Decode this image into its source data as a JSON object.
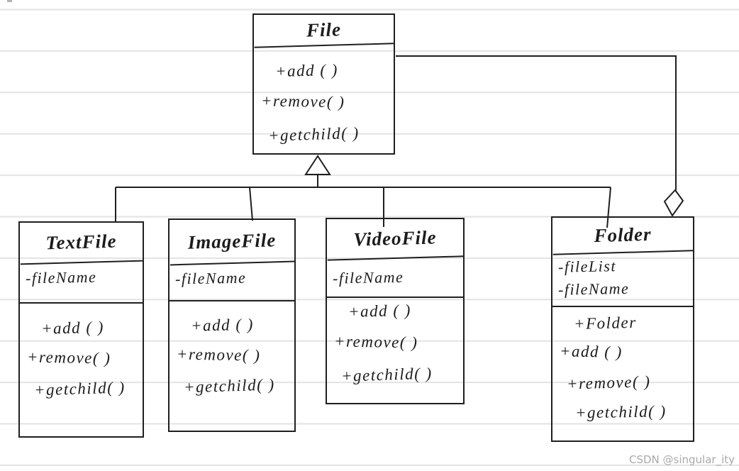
{
  "watermark": "CSDN @singular_ity",
  "diagram": {
    "classes": [
      {
        "name": "File",
        "attributes": [],
        "methods": [
          "+add ( )",
          "+remove( )",
          "+getchild( )"
        ]
      },
      {
        "name": "TextFile",
        "attributes": [
          "-fileName"
        ],
        "methods": [
          "+add ( )",
          "+remove( )",
          "+getchild( )"
        ]
      },
      {
        "name": "ImageFile",
        "attributes": [
          "-fileName"
        ],
        "methods": [
          "+add ( )",
          "+remove( )",
          "+getchild( )"
        ]
      },
      {
        "name": "VideoFile",
        "attributes": [
          "-fileName"
        ],
        "methods": [
          "+add ( )",
          "+remove( )",
          "+getchild( )"
        ]
      },
      {
        "name": "Folder",
        "attributes": [
          "-fileList",
          "-fileName"
        ],
        "methods": [
          "+Folder",
          "+add ( )",
          "+remove( )",
          "+getchild( )"
        ]
      }
    ],
    "relations": [
      {
        "type": "generalization",
        "from": "TextFile",
        "to": "File"
      },
      {
        "type": "generalization",
        "from": "ImageFile",
        "to": "File"
      },
      {
        "type": "generalization",
        "from": "VideoFile",
        "to": "File"
      },
      {
        "type": "generalization",
        "from": "Folder",
        "to": "File"
      },
      {
        "type": "aggregation",
        "from": "Folder",
        "to": "File"
      }
    ],
    "ink_color": "#1f1f1f",
    "ruled_line_color": "#e3e3e3"
  }
}
